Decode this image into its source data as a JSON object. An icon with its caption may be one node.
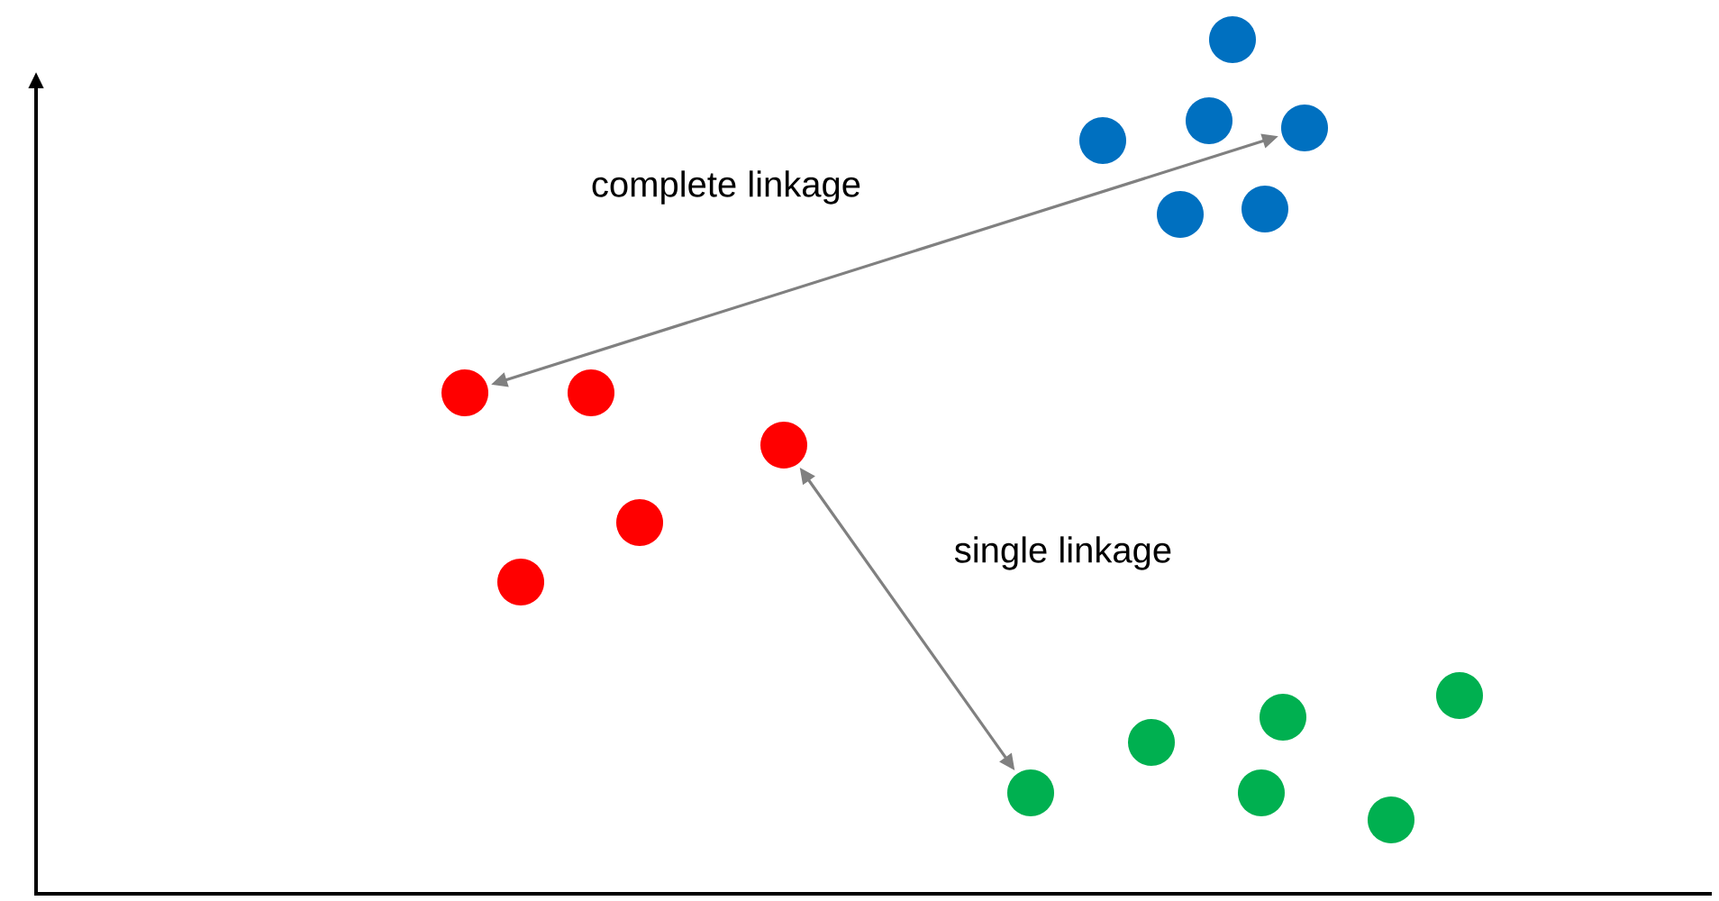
{
  "diagram": {
    "nodes": [
      {
        "text": [],
        "shape": "circle"
      },
      {
        "text": [],
        "shape": "circle"
      },
      {
        "text": [],
        "shape": "circle"
      },
      {
        "text": [],
        "shape": "circle"
      },
      {
        "text": [],
        "shape": "circle"
      },
      {
        "text": [],
        "shape": "circle"
      },
      {
        "text": [],
        "shape": "circle"
      },
      {
        "text": [],
        "shape": "circle"
      },
      {
        "text": [],
        "shape": "circle"
      },
      {
        "text": [],
        "shape": "circle"
      },
      {
        "text": [],
        "shape": "circle"
      },
      {
        "text": [],
        "shape": "circle"
      },
      {
        "text": [],
        "shape": "circle"
      },
      {
        "text": [],
        "shape": "circle"
      },
      {
        "text": [],
        "shape": "circle"
      },
      {
        "text": [],
        "shape": "circle"
      },
      {
        "text": [],
        "shape": "circle"
      }
    ],
    "edges": [
      {
        "from": 6,
        "to": 2,
        "arrow": "both",
        "label": "complete linkage"
      },
      {
        "from": 8,
        "to": 14,
        "arrow": "both",
        "label": "single linkage"
      }
    ]
  }
}
